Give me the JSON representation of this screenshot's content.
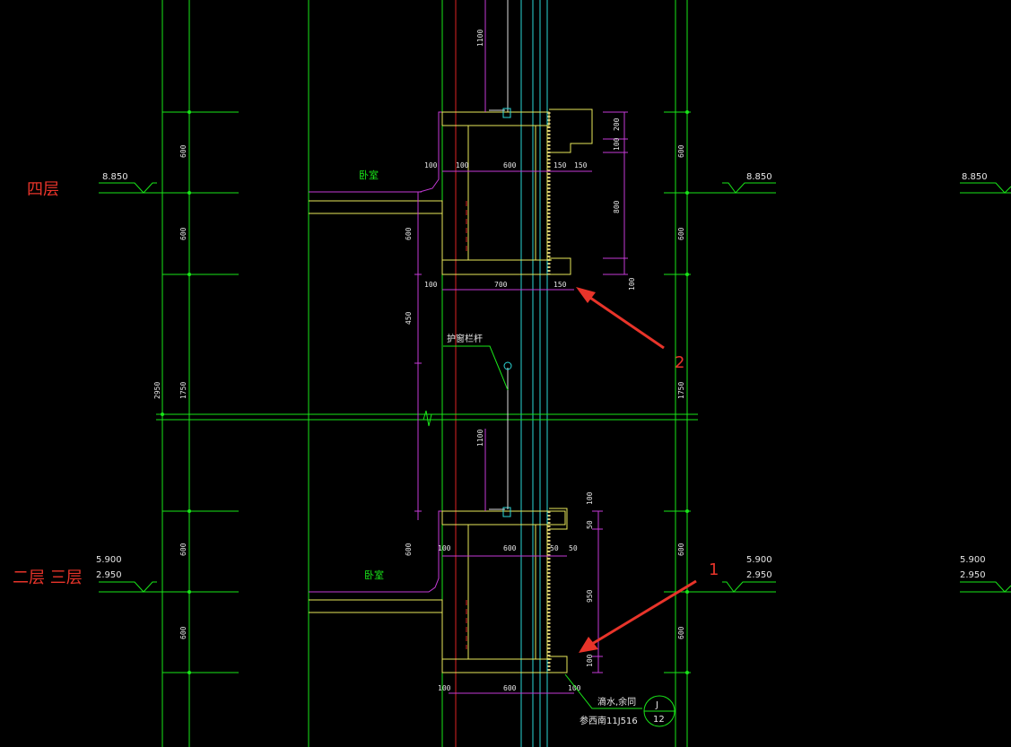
{
  "floors": {
    "upper_label": "四层",
    "lower_label": "二层 三层"
  },
  "elevations": {
    "upper": "8.850",
    "lower_a": "5.900",
    "lower_b": "2.950"
  },
  "rooms": {
    "upper": "卧室",
    "lower": "卧室"
  },
  "annotations": {
    "railing": "护窗栏杆",
    "drip_note": "滴水,余同",
    "ref_note": "参西南11J516",
    "detail_top": "J",
    "detail_bottom": "12"
  },
  "markers": {
    "arrow_1": "1",
    "arrow_2": "2"
  },
  "dims": {
    "left_total": "2950",
    "left_upper_600a": "600",
    "left_upper_600b": "600",
    "left_mid_1750": "1750",
    "left_lower_600a": "600",
    "left_lower_600b": "600",
    "right_upper_600a": "600",
    "right_upper_600b": "600",
    "right_mid_1750": "1750",
    "right_lower_600a": "600",
    "right_lower_600b": "600",
    "top_1100": "1100",
    "mid_1100": "1100",
    "up_100a": "100",
    "up_100b": "100",
    "up_600": "600",
    "up_150a": "150",
    "up_150b": "150",
    "up_200": "200",
    "up_100c": "100",
    "up_800": "800",
    "up_100d": "100",
    "up_100e": "100",
    "up_700": "700",
    "up_150c": "150",
    "v_600": "600",
    "v_450": "450",
    "lo_100a": "100",
    "lo_600": "600",
    "lo_50a": "50",
    "lo_50b": "50",
    "lo_100b": "100",
    "lo_50c": "50",
    "lo_950": "950",
    "lo_100c": "100",
    "lo_100d": "100",
    "lo_600b": "600",
    "lo_100e": "100",
    "v_600b": "600"
  }
}
